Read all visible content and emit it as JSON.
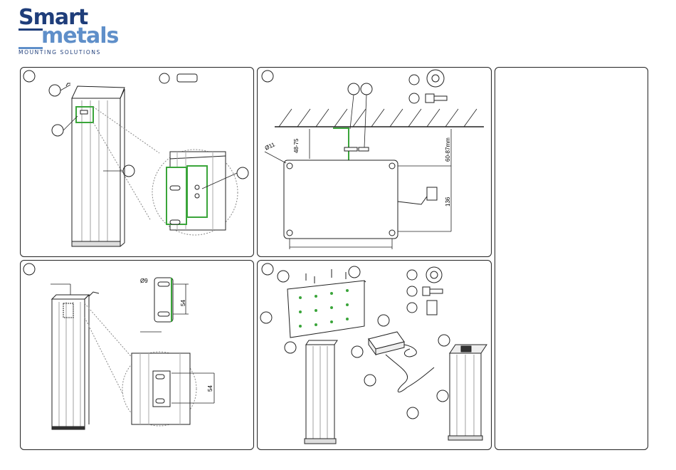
{
  "logo": {
    "word1": "Smart",
    "word2": "metals",
    "tagline": "MOUNTING SOLUTIONS"
  },
  "colors": {
    "brand_dark": "#1e3d7a",
    "brand_light": "#5f8fc9",
    "highlight_green": "#3aa53a",
    "line": "#222222"
  },
  "dimensions": {
    "hole_diameter_top": "11",
    "gap_range": "48-75",
    "height_range": "60-87mm",
    "offset_side": "136",
    "hole_diameter_bracket": "9",
    "spacing_bracket": "54",
    "spacing_detail": "54"
  }
}
